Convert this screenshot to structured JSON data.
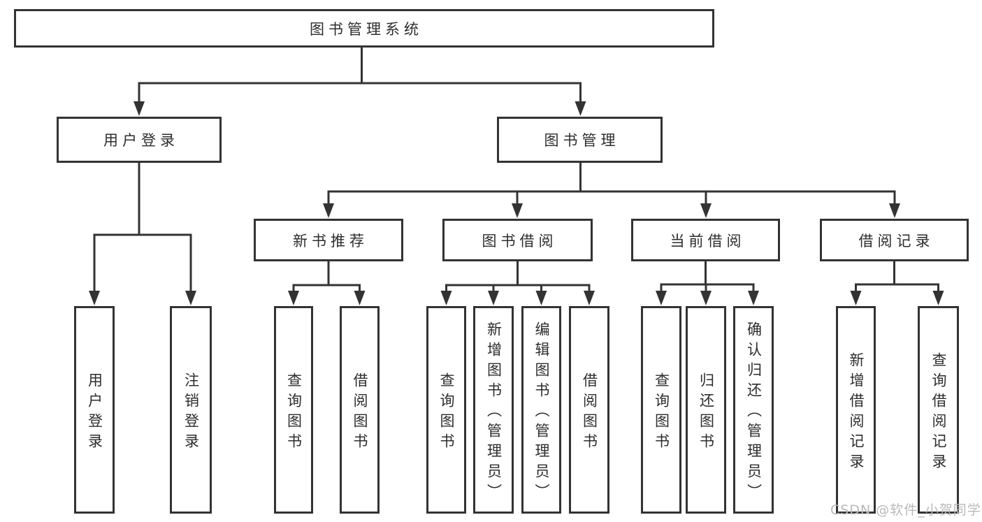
{
  "colors": {
    "background": "#ffffff",
    "line": "#333333",
    "box_border": "#333333",
    "box_background": "#ffffff",
    "text": "#2d2d2d",
    "watermark": "#b9b9b9"
  },
  "watermark": {
    "text": "CSDN @软件_小贺同学"
  },
  "diagram": {
    "type": "hierarchy-tree",
    "title": "图书管理系统",
    "children": [
      {
        "label": "用户登录",
        "children": [
          {
            "label": "用户登录"
          },
          {
            "label": "注销登录"
          }
        ]
      },
      {
        "label": "图书管理",
        "children": [
          {
            "label": "新书推荐",
            "children": [
              {
                "label": "查询图书"
              },
              {
                "label": "借阅图书"
              }
            ]
          },
          {
            "label": "图书借阅",
            "children": [
              {
                "label": "查询图书"
              },
              {
                "label": "新增图书（管理员）"
              },
              {
                "label": "编辑图书（管理员）"
              },
              {
                "label": "借阅图书"
              }
            ]
          },
          {
            "label": "当前借阅",
            "children": [
              {
                "label": "查询图书"
              },
              {
                "label": "归还图书"
              },
              {
                "label": "确认归还（管理员）"
              }
            ]
          },
          {
            "label": "借阅记录",
            "children": [
              {
                "label": "新增借阅记录"
              },
              {
                "label": "查询借阅记录"
              }
            ]
          }
        ]
      }
    ]
  }
}
